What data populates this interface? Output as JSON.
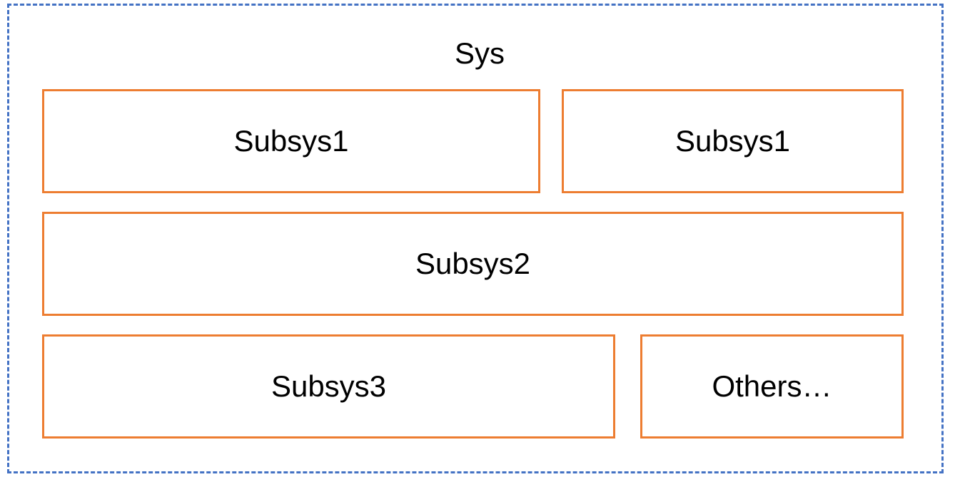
{
  "diagram": {
    "system": {
      "label": "Sys",
      "border_color": "#4472C4"
    },
    "subsystem_border_color": "#ED7D31",
    "rows": [
      {
        "blocks": [
          {
            "label": "Subsys1"
          },
          {
            "label": "Subsys1"
          }
        ]
      },
      {
        "blocks": [
          {
            "label": "Subsys2"
          }
        ]
      },
      {
        "blocks": [
          {
            "label": "Subsys3"
          },
          {
            "label": "Others…"
          }
        ]
      }
    ]
  }
}
